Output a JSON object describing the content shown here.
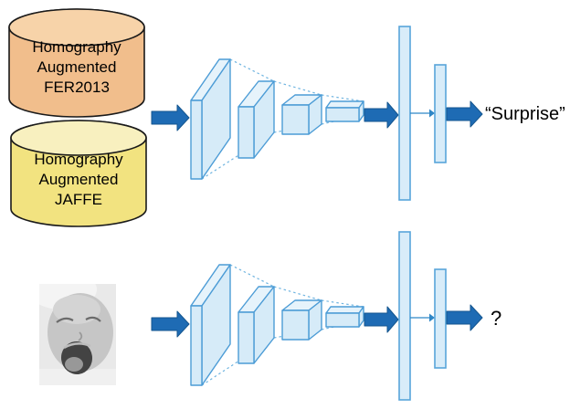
{
  "datasets": [
    {
      "id": "fer2013",
      "lines": [
        "Homography",
        "Augmented",
        "FER2013"
      ],
      "body_fill": "#f1be8c",
      "top_fill": "#f7d3a9"
    },
    {
      "id": "jaffe",
      "lines": [
        "Homography",
        "Augmented",
        "JAFFE"
      ],
      "body_fill": "#f2e380",
      "top_fill": "#f8f0bf"
    }
  ],
  "training_row": {
    "output_label": "“Surprise”"
  },
  "inference_row": {
    "input_image": "laughing-baby-grayscale-photo",
    "output_label": "?"
  },
  "colors": {
    "arrow_blue": "#1e6bb4",
    "layer_fill": "#d6ebf8",
    "layer_top_fill": "#e6f3fb",
    "layer_stroke": "#4c9cd6",
    "fc_fill": "#d8ecf9",
    "fer2013_body": "#f1be8c",
    "fer2013_top": "#f7d3a9",
    "jaffe_body": "#f2e380",
    "jaffe_top": "#f8f0bf",
    "text": "#000000"
  }
}
